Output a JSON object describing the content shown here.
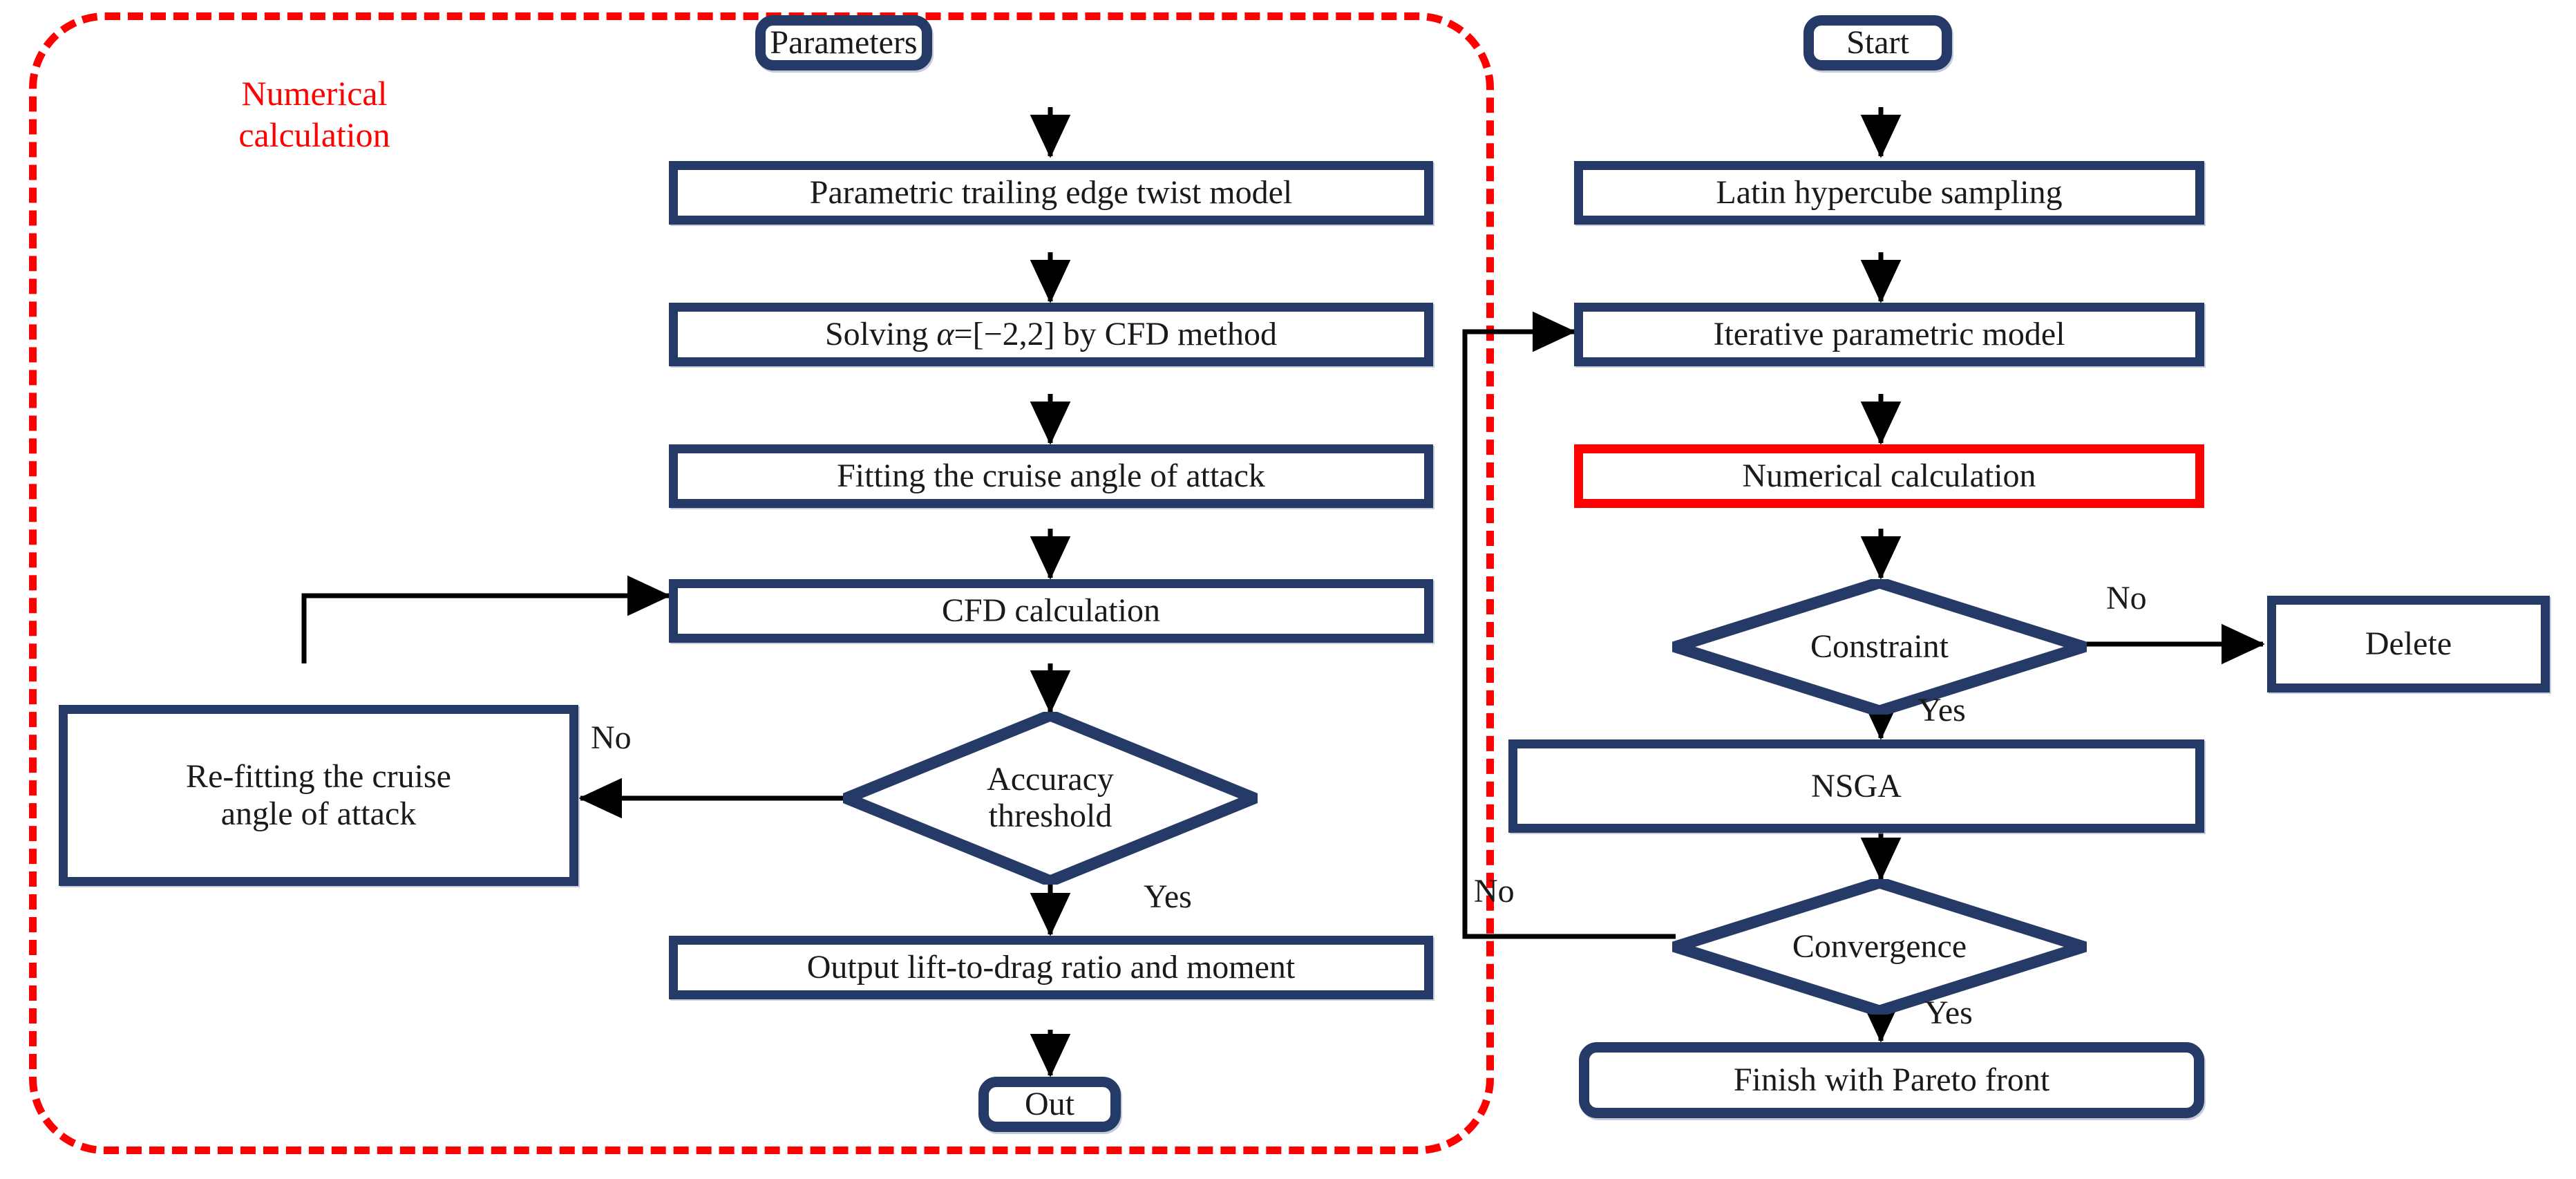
{
  "diagram": {
    "title": "Aerodynamic optimization flowchart",
    "colors": {
      "node_border": "#253a66",
      "highlight_border": "#ff0000",
      "group_border": "#ff0000",
      "arrow": "#000000",
      "text": "#1a1a1a",
      "background": "#ffffff"
    }
  },
  "group": {
    "label_line1": "Numerical",
    "label_line2": "calculation",
    "name": "Numerical calculation"
  },
  "left_column": {
    "nodes": [
      {
        "id": "parameters",
        "label": "Parameters",
        "shape": "terminal"
      },
      {
        "id": "twist-model",
        "label": "Parametric trailing edge twist model",
        "shape": "process"
      },
      {
        "id": "solving-cfd",
        "label": "Solving α=[−2,2] by CFD method",
        "shape": "process",
        "italic_token": "α"
      },
      {
        "id": "fitting-aoa",
        "label": "Fitting the cruise angle of attack",
        "shape": "process"
      },
      {
        "id": "cfd-calculation",
        "label": "CFD calculation",
        "shape": "process"
      },
      {
        "id": "accuracy-threshold",
        "label": "Accuracy threshold",
        "shape": "decision",
        "label_line1": "Accuracy",
        "label_line2": "threshold"
      },
      {
        "id": "refitting-aoa",
        "label": "Re-fitting the cruise angle of attack",
        "shape": "process",
        "label_line1": "Re-fitting the cruise",
        "label_line2": "angle of attack"
      },
      {
        "id": "output-ratio",
        "label": "Output lift-to-drag ratio and moment",
        "shape": "process"
      },
      {
        "id": "out",
        "label": "Out",
        "shape": "terminal"
      }
    ],
    "edge_labels": [
      {
        "id": "accuracy-no",
        "text": "No"
      },
      {
        "id": "accuracy-yes",
        "text": "Yes"
      }
    ]
  },
  "right_column": {
    "nodes": [
      {
        "id": "start",
        "label": "Start",
        "shape": "terminal"
      },
      {
        "id": "latin-hypercube",
        "label": "Latin hypercube sampling",
        "shape": "process"
      },
      {
        "id": "iterative-model",
        "label": "Iterative parametric model",
        "shape": "process"
      },
      {
        "id": "numerical-calculation",
        "label": "Numerical calculation",
        "shape": "process-highlighted"
      },
      {
        "id": "constraint",
        "label": "Constraint",
        "shape": "decision"
      },
      {
        "id": "delete",
        "label": "Delete",
        "shape": "process"
      },
      {
        "id": "nsga",
        "label": "NSGA",
        "shape": "process"
      },
      {
        "id": "convergence",
        "label": "Convergence",
        "shape": "decision"
      },
      {
        "id": "finish-pareto",
        "label": "Finish with Pareto front",
        "shape": "terminal"
      }
    ],
    "edge_labels": [
      {
        "id": "constraint-no",
        "text": "No"
      },
      {
        "id": "constraint-yes",
        "text": "Yes"
      },
      {
        "id": "convergence-no",
        "text": "No"
      },
      {
        "id": "convergence-yes",
        "text": "Yes"
      }
    ]
  }
}
